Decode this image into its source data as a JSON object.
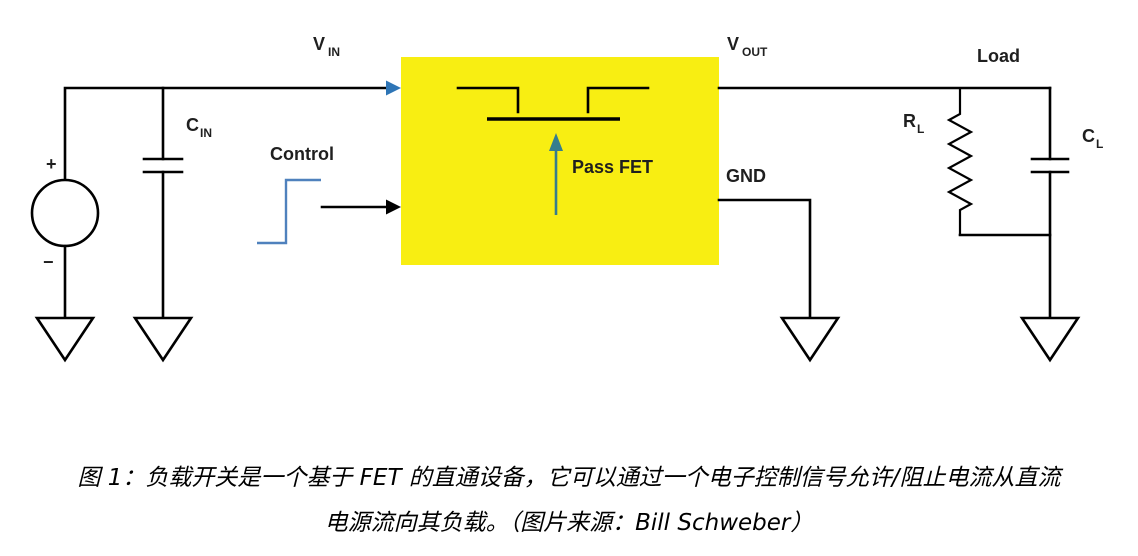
{
  "figure": {
    "labels": {
      "vin_main": "V",
      "vin_sub": "IN",
      "vout_main": "V",
      "vout_sub": "OUT",
      "cin_main": "C",
      "cin_sub": "IN",
      "cl_main": "C",
      "cl_sub": "L",
      "rl_main": "R",
      "rl_sub": "L",
      "control": "Control",
      "pass_fet": "Pass FET",
      "gnd": "GND",
      "load": "Load",
      "plus": "+",
      "minus": "−"
    },
    "colors": {
      "box_fill": "#f8ee12",
      "wire": "#000000",
      "control_step": "#4f81bd",
      "vin_arrow": "#2e75b6",
      "fet_arrow": "#357d8d"
    }
  },
  "caption": {
    "line1": "图 1：负载开关是一个基于 FET 的直通设备，它可以通过一个电子控制信号允许/阻止电流从直流",
    "line2": "电源流向其负载。（图片来源：Bill Schweber）"
  }
}
